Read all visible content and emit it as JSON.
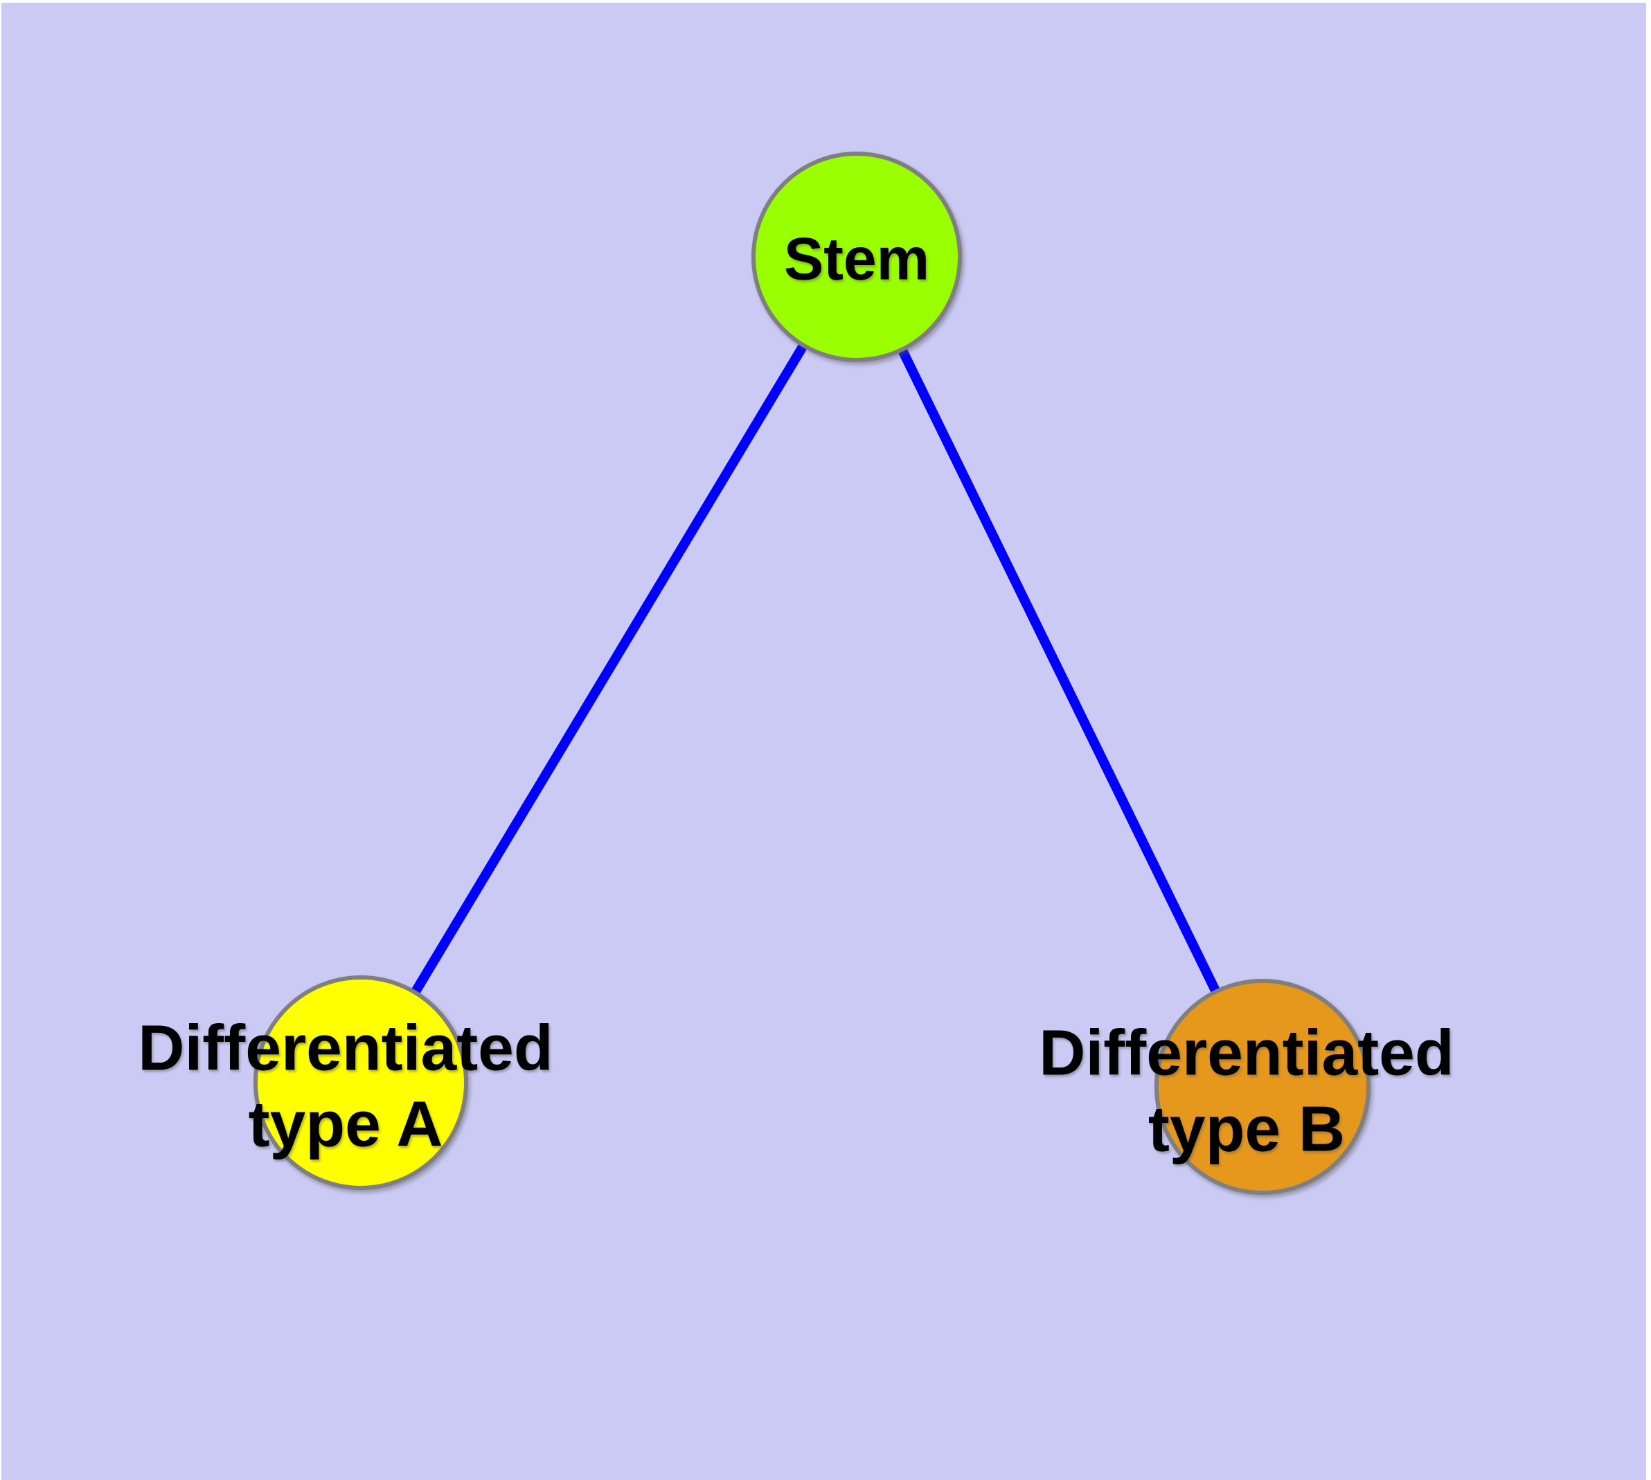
{
  "diagram": {
    "background_color": "#CACAF5",
    "margin_color": "#FFFFFF",
    "edge_color": "#0000FF",
    "node_border_color": "#7F7F7F",
    "text_color": "#000000",
    "nodes": [
      {
        "id": "stem",
        "label": "Stem",
        "fill": "#9AFF00"
      },
      {
        "id": "differentiated-type-a",
        "label": "Differentiated type A",
        "label_lines": [
          "Differentiated",
          "type A"
        ],
        "fill": "#FFFF00"
      },
      {
        "id": "differentiated-type-b",
        "label": "Differentiated type B",
        "label_lines": [
          "Differentiated",
          "type B"
        ],
        "fill": "#E6981C"
      }
    ],
    "edges": [
      {
        "from": "Stem",
        "to": "Differentiated type A"
      },
      {
        "from": "Stem",
        "to": "Differentiated type B"
      }
    ]
  }
}
